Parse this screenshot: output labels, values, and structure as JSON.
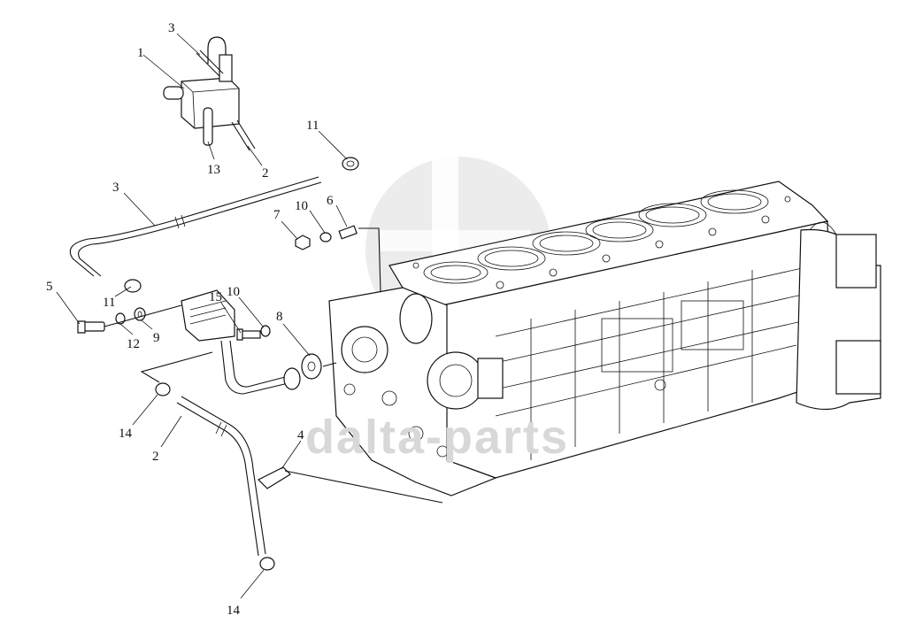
{
  "watermark": {
    "text": "dalta-parts",
    "color": "#d8d8d8"
  },
  "callouts": [
    {
      "id": "c1",
      "label": "1"
    },
    {
      "id": "c3a",
      "label": "3"
    },
    {
      "id": "c13",
      "label": "13"
    },
    {
      "id": "c2a",
      "label": "2"
    },
    {
      "id": "c11a",
      "label": "11"
    },
    {
      "id": "c3b",
      "label": "3"
    },
    {
      "id": "c7",
      "label": "7"
    },
    {
      "id": "c10a",
      "label": "10"
    },
    {
      "id": "c6",
      "label": "6"
    },
    {
      "id": "c5",
      "label": "5"
    },
    {
      "id": "c11b",
      "label": "11"
    },
    {
      "id": "c12",
      "label": "12"
    },
    {
      "id": "c9",
      "label": "9"
    },
    {
      "id": "c15",
      "label": "15"
    },
    {
      "id": "c10b",
      "label": "10"
    },
    {
      "id": "c8",
      "label": "8"
    },
    {
      "id": "c14a",
      "label": "14"
    },
    {
      "id": "c2b",
      "label": "2"
    },
    {
      "id": "c4",
      "label": "4"
    },
    {
      "id": "c14b",
      "label": "14"
    }
  ]
}
